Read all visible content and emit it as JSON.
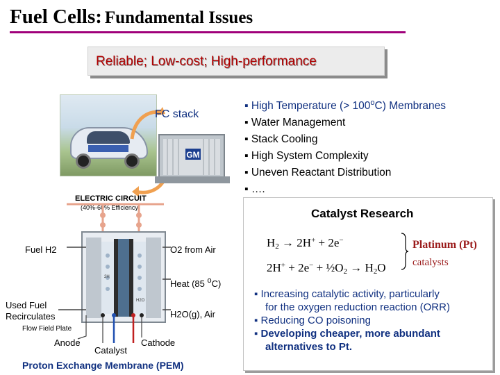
{
  "title": {
    "main": "Fuel Cells:",
    "sub": "Fundamental Issues"
  },
  "banner": {
    "text": "Reliable;  Low-cost;  High-performance"
  },
  "stack": {
    "label": "FC stack",
    "logo": "GM"
  },
  "issues": [
    "High Temperature (> 100",
    "Water Management",
    "Stack Cooling",
    "High System Complexity",
    "Uneven Reactant Distribution",
    "…."
  ],
  "issue_temp_unit": {
    "sup": "o",
    "tail": "C) Membranes"
  },
  "circuit": {
    "title": "ELECTRIC CIRCUIT",
    "subtitle": "(40%-60% Efficiency)"
  },
  "diagram": {
    "fuel": "Fuel H2",
    "o2": "O2 from Air",
    "heat": "Heat (85 ",
    "heat_sup": "o",
    "heat_tail": "C)",
    "used_fuel_1": "Used Fuel",
    "used_fuel_2": "Recirculates",
    "h2o": "H2O(g), Air",
    "flow_field": "Flow Field Plate",
    "anode": "Anode",
    "catalyst": "Catalyst",
    "cathode": "Cathode",
    "pem": "Proton Exchange Membrane (PEM)",
    "cell_left": "2H",
    "cell_right": "H2O"
  },
  "catalyst_research": {
    "title": "Catalyst Research",
    "eq1": {
      "a": "H",
      "a_sub": "2",
      "arrow": "→",
      "b": "2H",
      "b_sup": "+",
      "c": " + 2e",
      "c_sup": "−"
    },
    "eq2": {
      "a": "2H",
      "a_sup": "+",
      "b": " + 2e",
      "b_sup": "−",
      "c": " + ½O",
      "c_sub": "2",
      "arrow": "→",
      "d": "H",
      "d_sub": "2",
      "e": "O"
    },
    "platinum": "Platinum (Pt)",
    "catalysts": "catalysts",
    "bullets": {
      "b1_line1": "Increasing catalytic activity, particularly",
      "b1_line2": "for the oxygen reduction reaction (ORR)",
      "b2": "Reducing CO poisoning",
      "b3_bold": "Developing cheaper",
      "b3_rest": ", more abundant",
      "b3_line2": "alternatives to Pt."
    }
  },
  "colors": {
    "title_rule": "#a0007a",
    "banner_text": "#b00000",
    "body_blue": "#103080",
    "platinum": "#9b1c1c"
  }
}
